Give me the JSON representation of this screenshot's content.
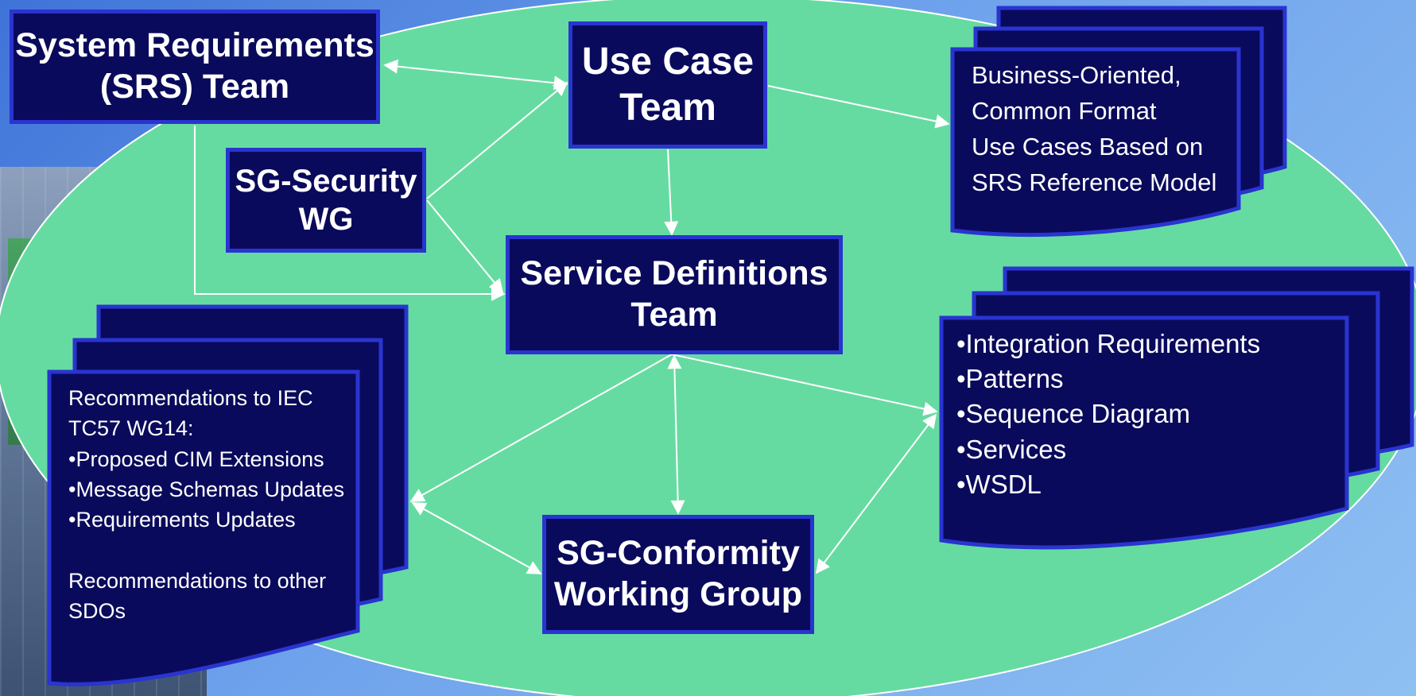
{
  "nodes": {
    "srs_team": "System Requirements\n(SRS) Team",
    "use_case_team": "Use Case\nTeam",
    "security_wg": "SG-Security\nWG",
    "service_definitions_team": "Service Definitions\nTeam",
    "conformity_group": "SG-Conformity\nWorking Group"
  },
  "documents": {
    "use_cases": {
      "lines": [
        "Business-Oriented,",
        "Common Format",
        "Use Cases Based on",
        "SRS Reference Model"
      ]
    },
    "integration": {
      "lines": [
        "•Integration Requirements",
        "•Patterns",
        "•Sequence Diagram",
        "•Services",
        "•WSDL"
      ]
    },
    "recommendations": {
      "lines": [
        "Recommendations to IEC",
        "TC57 WG14:",
        "•Proposed CIM Extensions",
        "•Message Schemas Updates",
        "•Requirements Updates",
        "",
        "Recommendations to other",
        "SDOs"
      ]
    }
  },
  "colors": {
    "box_fill": "#0a0a5c",
    "box_border": "#2a34d0",
    "ellipse": "#66dba1",
    "arrow": "#ffffff"
  }
}
